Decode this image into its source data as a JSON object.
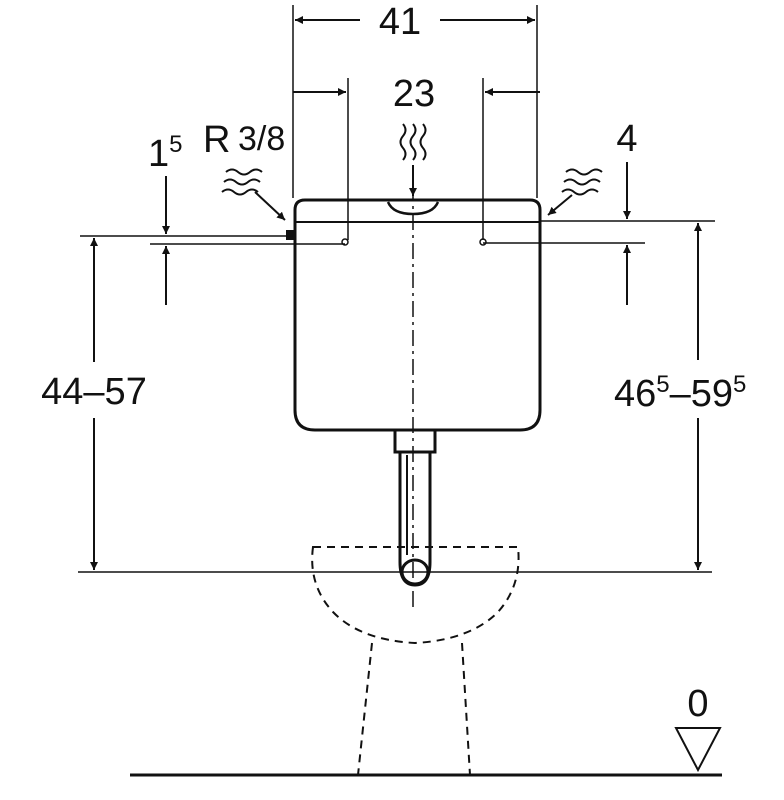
{
  "dimensions": {
    "tank_width": "41",
    "connection_spacing": "23",
    "left_offset_main": "1",
    "left_offset_sup": "5",
    "thread": "R",
    "thread_size": "3/8",
    "right_offset": "4",
    "height_left": "44–57",
    "height_right_a": "46",
    "height_right_a_sup": "5",
    "height_right_sep": "–59",
    "height_right_b_sup": "5",
    "floor_level": "0"
  },
  "icons": [
    "water-inlet-icon",
    "flush-water-icon",
    "floor-level-marker-icon"
  ]
}
